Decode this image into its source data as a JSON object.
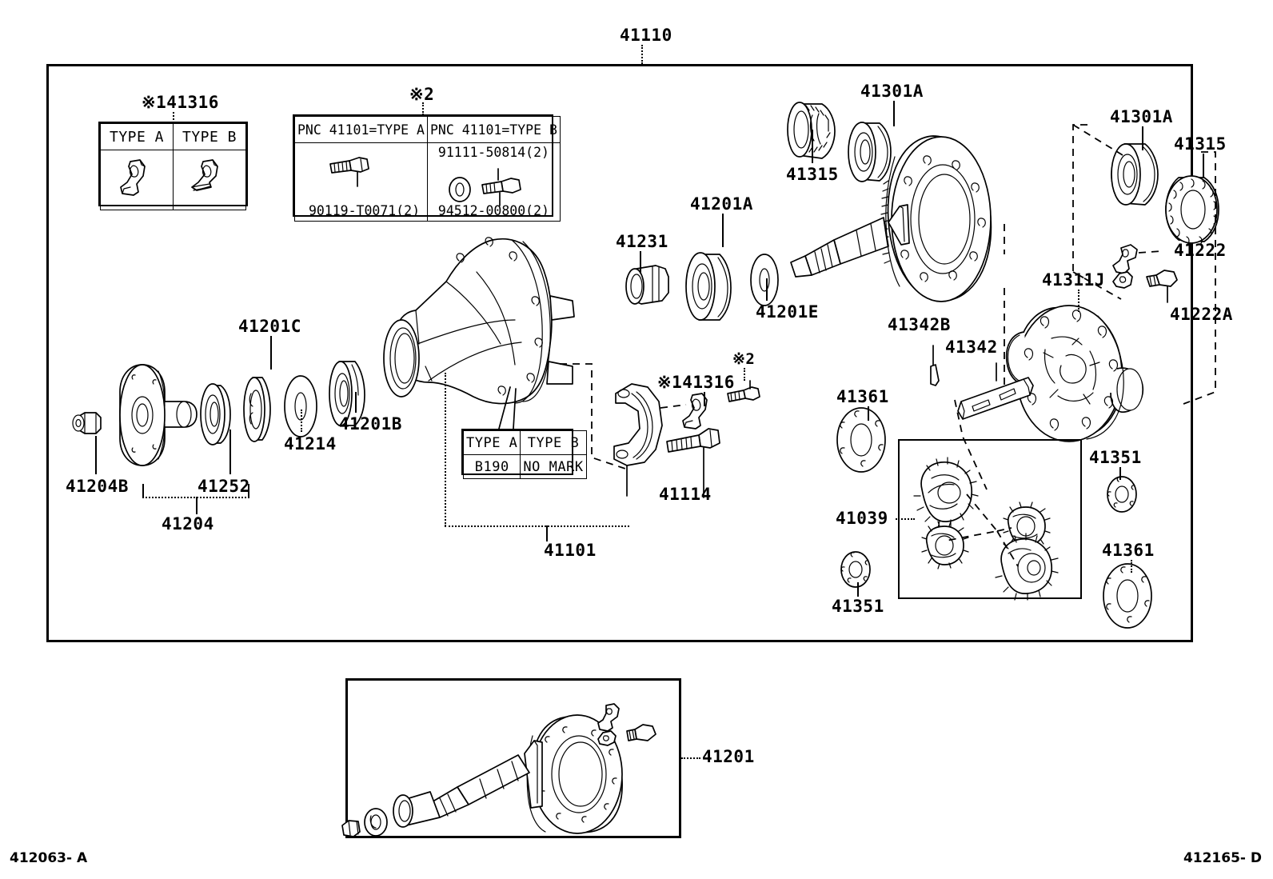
{
  "diagram": {
    "top_assembly_label": "41110",
    "footer_left": "412063- A",
    "footer_right": "412165- D"
  },
  "tables": {
    "bracket_type_table": {
      "caption": "※141316",
      "headers": [
        "TYPE A",
        "TYPE B"
      ],
      "rows": [
        [
          "",
          ""
        ]
      ]
    },
    "pnc_table": {
      "caption": "※2",
      "headers": [
        "PNC 41101=TYPE A",
        "PNC 41101=TYPE B"
      ],
      "type_a_part": "90119-T0071(2)",
      "type_b_part_top": "91111-50814(2)",
      "type_b_part_bottom": "94512-00800(2)"
    },
    "mark_table": {
      "headers": [
        "TYPE A",
        "TYPE B"
      ],
      "values": [
        "B190",
        "NO MARK"
      ]
    }
  },
  "callouts": {
    "c41201C": "41201C",
    "c41204B": "41204B",
    "c41252": "41252",
    "c41204": "41204",
    "c41214": "41214",
    "c41201B": "41201B",
    "c41231": "41231",
    "c41201A": "41201A",
    "c41201E": "41201E",
    "c41315_left": "41315",
    "c41301A_left": "41301A",
    "c41301A_right": "41301A",
    "c41315_right": "41315",
    "c41222": "41222",
    "c41222A": "41222A",
    "c41311J": "41311J",
    "c41342B": "41342B",
    "c41342": "41342",
    "c41361_top": "41361",
    "c41361_bottom": "41361",
    "c41351_right": "41351",
    "c41351_left": "41351",
    "c41039": "41039",
    "c141316_center": "※141316",
    "c2_center": "※2",
    "c41114": "41114",
    "c41101": "41101",
    "c41201_bottom": "41201"
  }
}
